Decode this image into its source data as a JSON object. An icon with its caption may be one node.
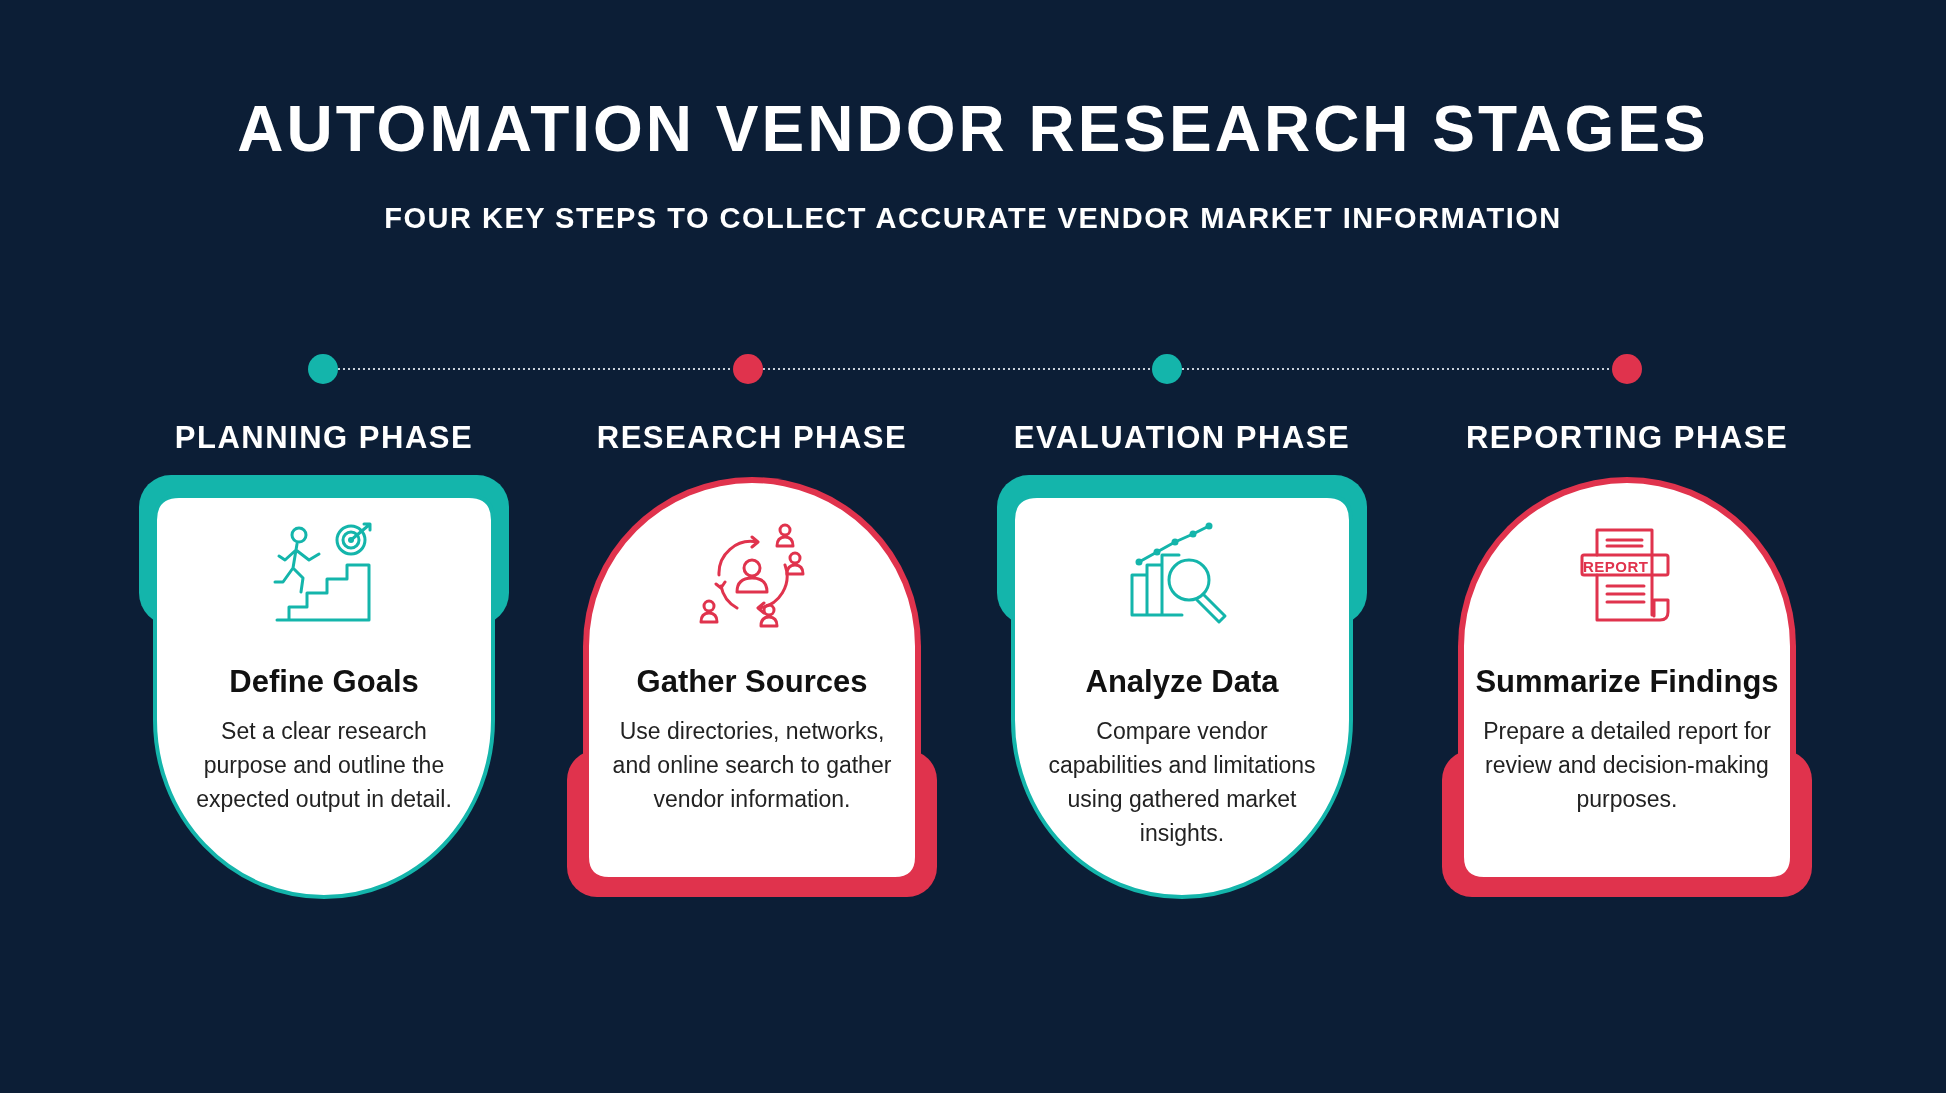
{
  "diagram": {
    "title": "AUTOMATION VENDOR RESEARCH STAGES",
    "caption": "FOUR KEY STEPS TO COLLECT ACCURATE VENDOR MARKET INFORMATION",
    "nodes": [
      {
        "text": [],
        "shape": "circle"
      },
      {
        "text": [],
        "shape": "circle"
      },
      {
        "text": [],
        "shape": "circle"
      },
      {
        "text": [],
        "shape": "circle"
      },
      {
        "text": [
          "PLANNING PHASE",
          "Define Goals",
          "Set a clear research purpose and outline the expected output in detail."
        ]
      },
      {
        "text": [
          "RESEARCH PHASE",
          "Gather Sources",
          "Use directories, networks, and online search to gather vendor information."
        ]
      },
      {
        "text": [
          "EVALUATION PHASE",
          "Analyze Data",
          "Compare vendor capabilities and limitations using gathered market insights."
        ]
      },
      {
        "text": [
          "REPORTING PHASE",
          "Summarize Findings",
          "Prepare a detailed report for review and decision-making purposes."
        ]
      }
    ],
    "edges": [
      {
        "from": 0,
        "to": 1,
        "arrow": "none",
        "style": "dashed"
      },
      {
        "from": 1,
        "to": 2,
        "arrow": "none",
        "style": "dashed"
      },
      {
        "from": 2,
        "to": 3,
        "arrow": "none",
        "style": "dashed"
      }
    ],
    "labels": [
      "REPORT"
    ]
  }
}
